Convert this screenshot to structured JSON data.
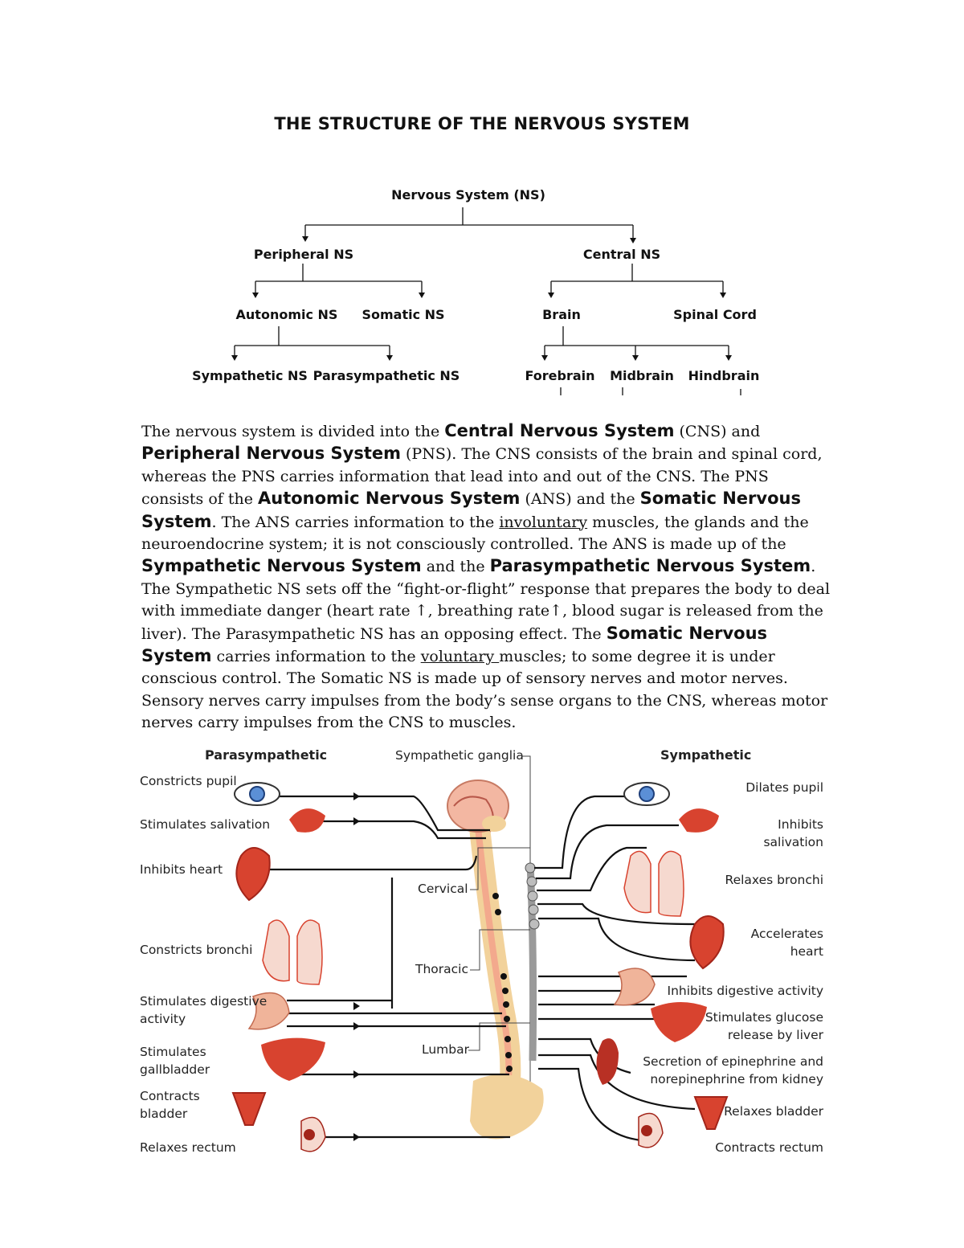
{
  "title": "THE STRUCTURE OF THE NERVOUS SYSTEM",
  "tree": {
    "root": "Nervous System (NS)",
    "peripheral": "Peripheral NS",
    "central": "Central NS",
    "autonomic": "Autonomic NS",
    "somatic": "Somatic NS",
    "brain": "Brain",
    "spinal_cord": "Spinal Cord",
    "sympathetic": "Sympathetic NS",
    "parasympathetic": "Parasympathetic NS",
    "forebrain": "Forebrain",
    "midbrain": "Midbrain",
    "hindbrain": "Hindbrain"
  },
  "paragraph": {
    "s1": "The nervous system is divided into the ",
    "b1": "Central Nervous System",
    "s2": " (CNS) and ",
    "b2": "Peripheral Nervous System",
    "s3": " (PNS).  The CNS consists of the brain and spinal cord, whereas the PNS carries information that lead into and out of the CNS.  The PNS consists of the ",
    "b3": "Autonomic Nervous System",
    "s4": " (ANS) and the ",
    "b4": "Somatic Nervous System",
    "s5": ".  The ANS carries information to the ",
    "u1": "involuntary",
    "s6": " muscles, the glands and the neuroendocrine system; it is not consciously controlled.  The ANS is made up of the ",
    "b5": "Sympathetic Nervous System",
    "s7": " and the ",
    "b6": "Parasympathetic Nervous System",
    "s8": ".  The Sympathetic NS sets off the “fight-or-flight” response that prepares the body to deal with immediate danger (heart rate ↑, breathing rate↑, blood sugar is released from the liver).  The Parasympathetic NS has an opposing effect.  The ",
    "b7": "Somatic Nervous System",
    "s9": " carries information to the ",
    "u2": "voluntary ",
    "s10": "muscles; to some degree it is under conscious control.  The Somatic NS is made up of sensory nerves and motor nerves.  Sensory nerves carry impulses from the body’s sense organs to the CNS, whereas motor nerves carry impulses from the CNS to muscles."
  },
  "figure": {
    "left_header": "Parasympathetic",
    "right_header": "Sympathetic",
    "ganglia": "Sympathetic ganglia",
    "regions": {
      "cervical": "Cervical",
      "thoracic": "Thoracic",
      "lumbar": "Lumbar"
    },
    "left": {
      "l1": "Constricts pupil",
      "l2": "Stimulates salivation",
      "l3": "Inhibits heart",
      "l4": "Constricts bronchi",
      "l5a": "Stimulates digestive",
      "l5b": "activity",
      "l6a": "Stimulates",
      "l6b": "gallbladder",
      "l7a": "Contracts",
      "l7b": "bladder",
      "l8": "Relaxes rectum"
    },
    "right": {
      "r1": "Dilates pupil",
      "r2a": "Inhibits",
      "r2b": "salivation",
      "r3": "Relaxes bronchi",
      "r4a": "Accelerates",
      "r4b": "heart",
      "r5": "Inhibits digestive activity",
      "r6a": "Stimulates glucose",
      "r6b": "release by liver",
      "r7a": "Secretion of epinephrine and",
      "r7b": "norepinephrine from kidney",
      "r8": "Relaxes bladder",
      "r9": "Contracts rectum"
    },
    "colors": {
      "organ": "#d8432f",
      "organ_dark": "#a3251a",
      "cord": "#f3a98d",
      "bone": "#f2d29b",
      "ganglia": "#9a9a9a"
    }
  }
}
